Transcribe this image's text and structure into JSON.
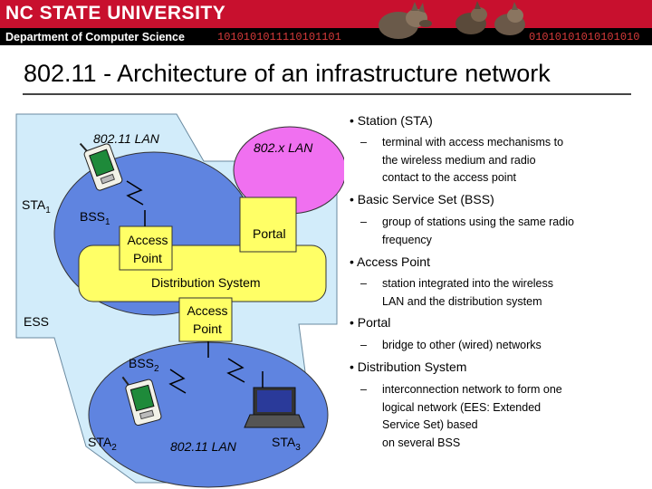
{
  "header": {
    "university": "NC STATE UNIVERSITY",
    "department": "Department of Computer Science",
    "binary_left": "1010101011110101101",
    "binary_right": "01010101010101010"
  },
  "slide": {
    "title": "802.11 - Architecture of an infrastructure network"
  },
  "diagram": {
    "lan_top": "802.11 LAN",
    "lan_bottom": "802.11 LAN",
    "xlan": "802.x LAN",
    "sta1": "STA",
    "sta1_sub": "1",
    "sta2": "STA",
    "sta2_sub": "2",
    "sta3": "STA",
    "sta3_sub": "3",
    "bss1": "BSS",
    "bss1_sub": "1",
    "bss2": "BSS",
    "bss2_sub": "2",
    "ap_top_line1": "Access",
    "ap_top_line2": "Point",
    "ap_bottom_line1": "Access",
    "ap_bottom_line2": "Point",
    "portal": "Portal",
    "distribution": "Distribution System",
    "ess": "ESS",
    "colors": {
      "lan": "#5f84e0",
      "xlan": "#f070f0",
      "ds": "#ffff66",
      "ess": "#d2ecfa"
    }
  },
  "bullets": [
    {
      "head": "Station (STA)",
      "dash": "–",
      "lines": [
        "terminal with access mechanisms to",
        "the wireless medium and radio",
        "contact to the access point"
      ]
    },
    {
      "head": "Basic Service Set (BSS)",
      "dash": "–",
      "lines": [
        "group of stations using the same radio",
        "frequency"
      ]
    },
    {
      "head": "Access Point",
      "dash": "–",
      "lines": [
        "station integrated into the wireless",
        "LAN and the distribution system"
      ]
    },
    {
      "head": "Portal",
      "dash": "–",
      "lines": [
        "bridge to other (wired) networks"
      ]
    },
    {
      "head": "Distribution System",
      "dash": "–",
      "lines": [
        "interconnection network to form one",
        "logical network (EES: Extended",
        "Service Set) based",
        "on several BSS"
      ]
    }
  ],
  "bullet_marker": "•"
}
